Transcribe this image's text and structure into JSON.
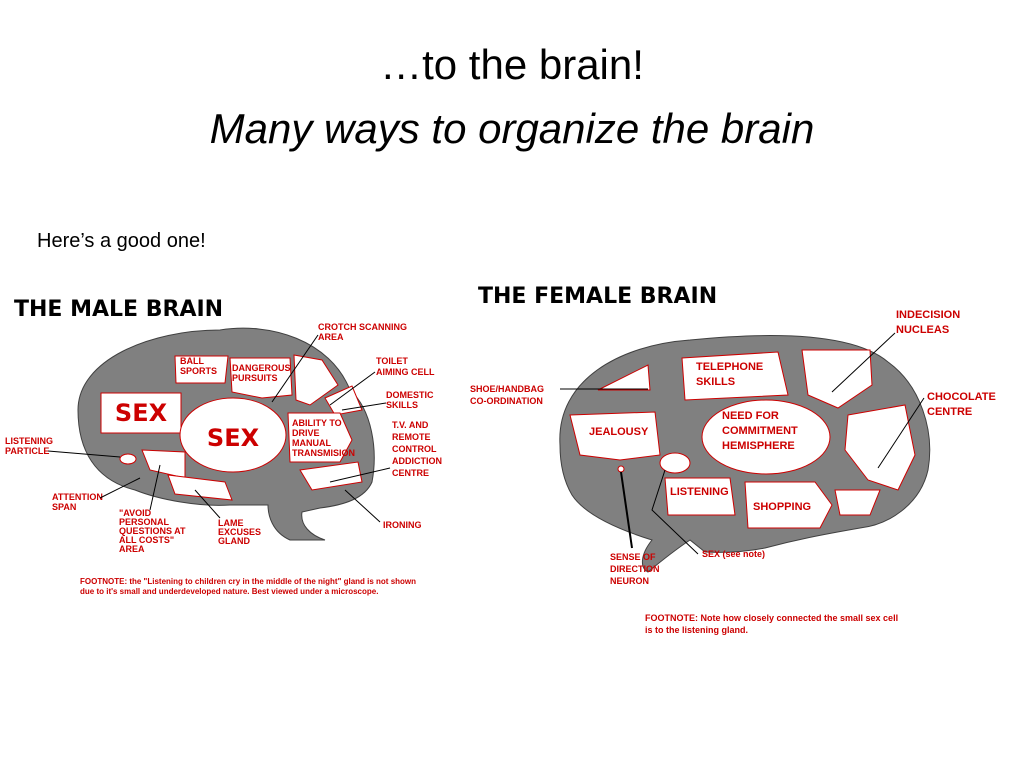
{
  "slide": {
    "title_line1": "…to the brain!",
    "title_line2": "Many ways to organize the brain",
    "subtitle": "Here’s a good one!"
  },
  "colors": {
    "brain_gray": "#808080",
    "label_red": "#cc0000",
    "region_white": "#ffffff"
  },
  "male": {
    "heading": "THE MALE BRAIN",
    "sex_left": "SEX",
    "sex_center": "SEX",
    "ball_sports": [
      "BALL",
      "SPORTS"
    ],
    "dangerous_pursuits": [
      "DANGEROUS",
      "PURSUITS"
    ],
    "crotch_scanning": [
      "CROTCH SCANNING",
      "AREA"
    ],
    "toilet_aiming": [
      "TOILET",
      "AIMING CELL"
    ],
    "domestic_skills": [
      "DOMESTIC",
      "SKILLS"
    ],
    "ability_to_drive": [
      "ABILITY TO",
      "DRIVE",
      "MANUAL",
      "TRANSMISION"
    ],
    "tv_remote": [
      "T.V. AND",
      "REMOTE",
      "CONTROL",
      "ADDICTION",
      "CENTRE"
    ],
    "listening_particle": [
      "LISTENING",
      "PARTICLE"
    ],
    "attention_span": [
      "ATTENTION",
      "SPAN"
    ],
    "avoid_personal": [
      "\"AVOID",
      "PERSONAL",
      "QUESTIONS AT",
      "ALL COSTS\"",
      "AREA"
    ],
    "lame_excuses": [
      "LAME",
      "EXCUSES",
      "GLAND"
    ],
    "ironing": "IRONING",
    "footnote": [
      "FOOTNOTE: the \"Listening to children cry in the middle of the night\" gland is not shown",
      "due to it's small and underdeveloped nature.  Best viewed under a microscope."
    ]
  },
  "female": {
    "heading": "THE FEMALE BRAIN",
    "indecision": [
      "INDECISION",
      "NUCLEAS"
    ],
    "chocolate": [
      "CHOCOLATE",
      "CENTRE"
    ],
    "shoe_handbag": [
      "SHOE/HANDBAG",
      "CO-ORDINATION"
    ],
    "telephone": [
      "TELEPHONE",
      "SKILLS"
    ],
    "need_commitment": [
      "NEED FOR",
      "COMMITMENT",
      "HEMISPHERE"
    ],
    "jealousy": "JEALOUSY",
    "listening": "LISTENING",
    "shopping": "SHOPPING",
    "sense_direction": [
      "SENSE OF",
      "DIRECTION",
      "NEURON"
    ],
    "sex_note": "SEX (see note)",
    "footnote": [
      "FOOTNOTE:  Note how closely connected the small sex cell",
      "is to the listening gland."
    ]
  }
}
